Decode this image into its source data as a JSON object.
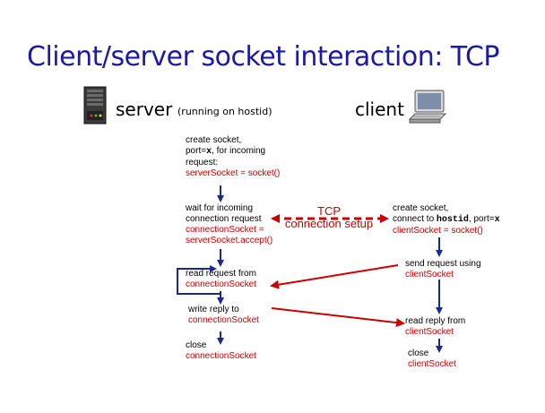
{
  "title": "Client/server socket interaction: TCP",
  "server_header": {
    "label": "server",
    "note": "(running on hostid)",
    "icon": "server-tower-icon"
  },
  "client_header": {
    "label": "client",
    "icon": "desktop-computer-icon"
  },
  "server_steps": {
    "create": {
      "line1": "create socket,",
      "line2_pre": "port=",
      "line2_code": "x",
      "line2_post": ", for incoming",
      "line3": "request:",
      "code": "serverSocket = socket()"
    },
    "wait": {
      "line1": "wait for incoming",
      "line2": "connection request",
      "code1": "connectionSocket =",
      "code2": "serverSocket.accept()"
    },
    "read": {
      "line1": "read request from",
      "code": "connectionSocket"
    },
    "write": {
      "line1": "write reply to",
      "code": "connectionSocket"
    },
    "close": {
      "line1": "close",
      "code": "connectionSocket"
    }
  },
  "client_steps": {
    "create": {
      "line1": "create socket,",
      "line2_pre": "connect to ",
      "line2_code": "hostid",
      "line2_mid": ", port=",
      "line2_code2": "x",
      "code": "clientSocket = socket()"
    },
    "send": {
      "line1": "send request using",
      "code": "clientSocket"
    },
    "read": {
      "line1": "read reply from",
      "code": "clientSocket"
    },
    "close": {
      "line1": "close",
      "code": "clientSocket"
    }
  },
  "tcp": {
    "line1": "TCP",
    "line2": "connection setup"
  },
  "colors": {
    "title": "#1a1aa6",
    "code": "#cc0000",
    "flow_arrow": "#1a2a8c",
    "message_arrow": "#cc0000"
  }
}
